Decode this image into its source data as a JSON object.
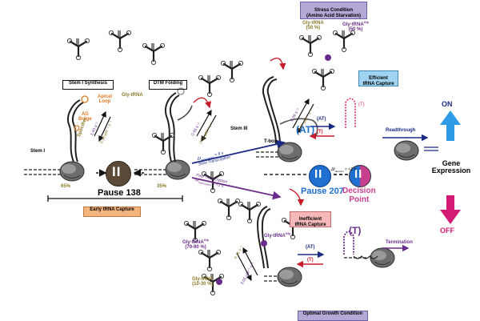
{
  "labels": {
    "stress_condition": "Stress Condition\n(Amino Acid Starvation)",
    "stem1_synthesis": "Stem I Synthesis",
    "dtm_folding": "DTM Folding",
    "apical_loop": "Apical\nLoop",
    "ag_bulge": "AG\nBulge",
    "specifier": "Specifier",
    "stem_i": "Stem I",
    "gly_trna_top": "Gly-tRNA",
    "gly_trna_stress_charged": "Gly-tRNA",
    "gly_trna_stress_charged_pct": "(50 %)",
    "gly_trna_stress_uncharged": "Gly-tRNA",
    "gly_trna_stress_uncharged_sup": "Gly",
    "gly_trna_stress_uncharged_pct": "(50 %)",
    "efficient_capture": "Efficient\ntRNA Capture",
    "stem_iii": "Stem III",
    "t_box": "T-box",
    "at_big": "(AT)",
    "at_small": "(AT)",
    "t_small": "(T)",
    "readthrough": "Readthrough",
    "on": "ON",
    "gene_expression": "Gene\nExpression",
    "off": "OFF",
    "pause_138": "Pause 138",
    "pause_207": "Pause 207",
    "decision_point": "Decision\nPoint",
    "pct_65": "65%",
    "pct_35": "35%",
    "early_capture": "Early tRNA Capture",
    "slow_transcription": "Slow Transcription",
    "fast_transcription": "Fast Transcription",
    "slow_dt": "Δt",
    "slow_dt_sub": "transcription",
    "slow_dt_val": "≈ 6 s",
    "fast_dt": "Δt",
    "fast_dt_sub": "transcription",
    "fast_dt_val": "≈ <1 s",
    "decision_dt": "Δt",
    "decision_dt_sub": "decision",
    "decision_dt_val": "≈ <1 s",
    "inefficient_capture": "Inefficient\ntRNA Capture",
    "gly_trna_opt_uncharged": "Gly-tRNA",
    "gly_trna_opt_uncharged_sup": "Gly",
    "gly_trna_opt_uncharged_pct": "(70-90 %)",
    "gly_trna_opt_charged": "Gly-tRNA",
    "gly_trna_opt_charged_pct": "(10-30 %)",
    "gly_trna_opt_mid": "Gly-tRNA",
    "gly_trna_opt_mid_sup": "Gly",
    "t_big": "(T)",
    "at_opt": "(AT)",
    "t_opt": "(T)",
    "termination": "Termination",
    "optimal_growth": "Optimal Growth Condition",
    "t_stub": "(T)",
    "rate_a": "1.40 s⁻¹",
    "rate_b": "0.33 µM⁻¹ s⁻¹",
    "rate_c": "0.46 s⁻¹",
    "rate_d": "0.32 µM⁻¹ s⁻¹",
    "rate_e": "0.06 s⁻¹",
    "rate_f": "0.17 µM⁻¹ s⁻¹",
    "rate_g": "0.26 s⁻¹",
    "rate_h": "3.05 µM⁻¹ s⁻¹",
    "pause_bar_glyph": "II"
  },
  "colors": {
    "stress_box": "#b3a8d6",
    "efficient_box": "#9fd3ef",
    "early_box": "#f3b37e",
    "inefficient_box": "#f6b9ba",
    "optimal_box": "#b3a8d6",
    "on_arrow": "#2e9be6",
    "off_arrow": "#d21973",
    "pause207": "#1f6fd1",
    "decision_pink": "#c73e8f",
    "dark_blue": "#1b2b85",
    "gold": "#8a7a2a",
    "purple": "#6a2c8a",
    "orange": "#e07a22",
    "red_text": "#c81e2c",
    "pink_text": "#d6336c"
  }
}
